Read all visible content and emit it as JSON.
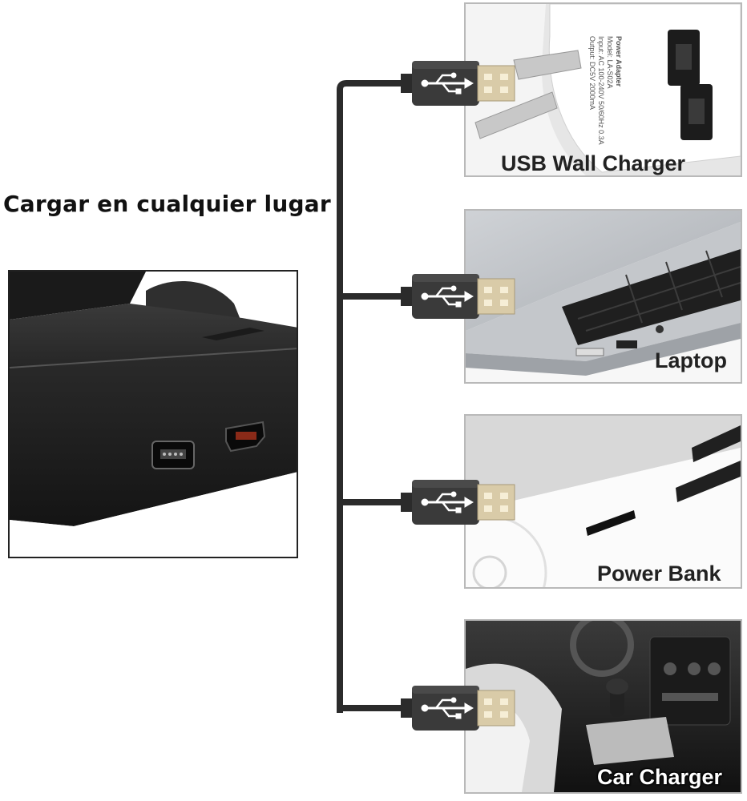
{
  "headline": "Cargar en cualquier lugar",
  "sources": [
    {
      "label": "USB Wall Charger",
      "icon": "usb-icon"
    },
    {
      "label": "Laptop",
      "icon": "usb-icon"
    },
    {
      "label": "Power Bank",
      "icon": "usb-icon"
    },
    {
      "label": "Car Charger",
      "icon": "usb-icon"
    }
  ],
  "adapter_text": {
    "title": "Power Adapter",
    "lines": [
      "Model: LA-S02A",
      "Input: AC 100-240V 50/60Hz 0.3A",
      "Output: DC5V 2000mA"
    ]
  },
  "colors": {
    "cable": "#2b2b2b",
    "plug_metal": "#d9cba8",
    "panel_border": "#b9b9b9",
    "charger_body": "#1e1e1e"
  }
}
